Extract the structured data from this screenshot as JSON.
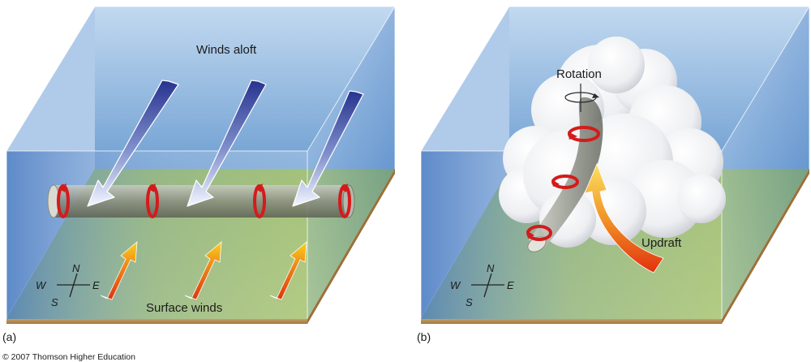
{
  "panel_a": {
    "label": "(a)",
    "winds_aloft": "Winds aloft",
    "surface_winds": "Surface winds",
    "compass": {
      "n": "N",
      "s": "S",
      "e": "E",
      "w": "W"
    }
  },
  "panel_b": {
    "label": "(b)",
    "rotation": "Rotation",
    "updraft": "Updraft",
    "compass": {
      "n": "N",
      "s": "S",
      "e": "E",
      "w": "W"
    }
  },
  "copyright": "© 2007 Thomson Higher Education",
  "colors": {
    "sky_top": "#b9d3ec",
    "sky_bottom": "#6e9fd2",
    "grass": "#97b83a",
    "soil": "#b48a52",
    "wind_aloft": "#2f3f9a",
    "rotation": "#d42020",
    "surface_arrow_tail": "#e23c10",
    "surface_arrow_head": "#f8d020"
  }
}
